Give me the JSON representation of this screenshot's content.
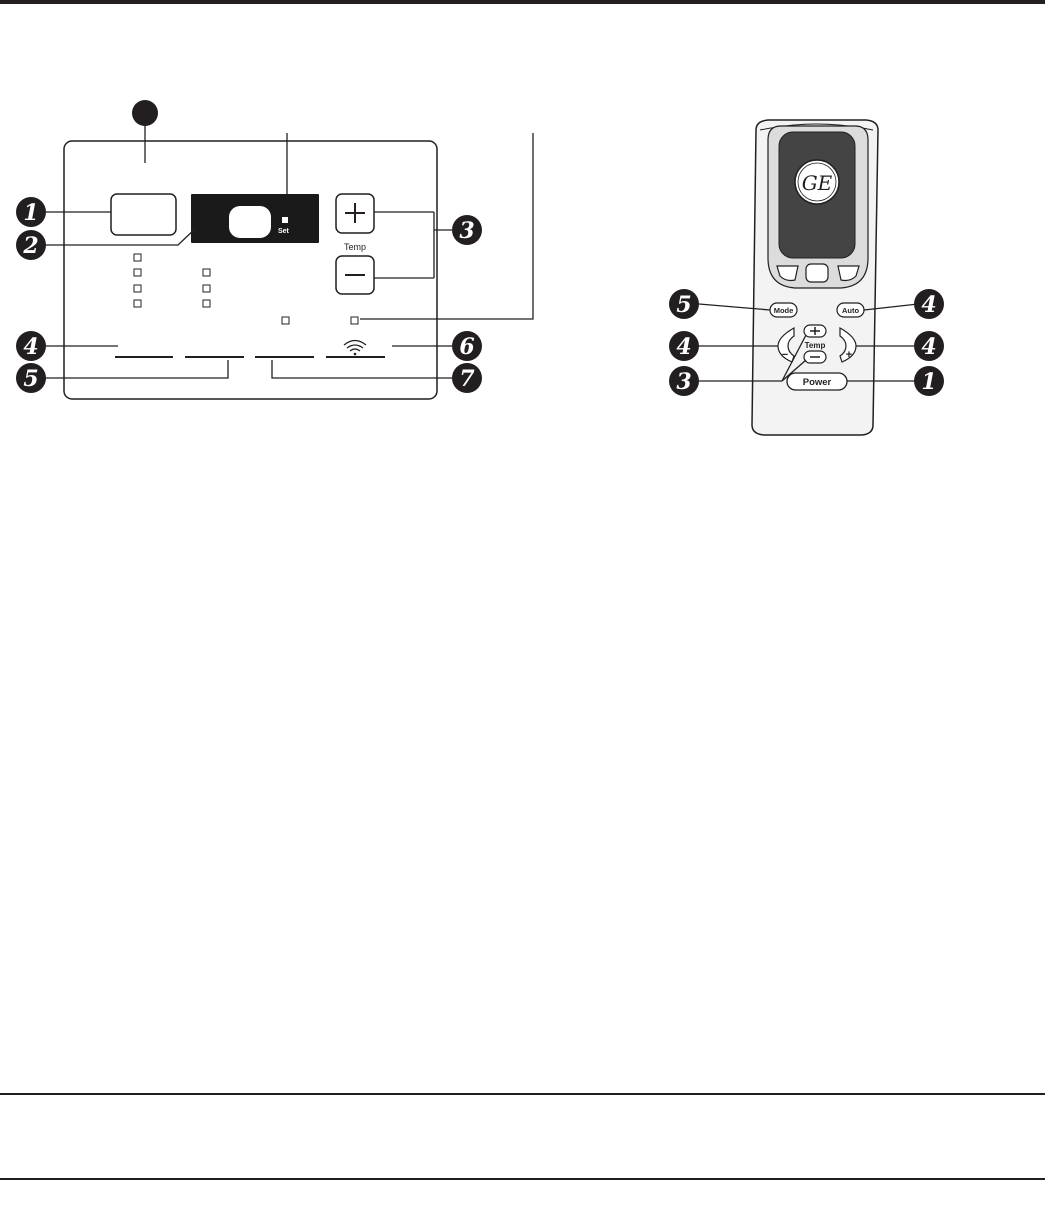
{
  "control_panel": {
    "set_label": "Set",
    "temp_label": "Temp",
    "plus_symbol": "+",
    "minus_symbol": "−",
    "callouts": [
      "1",
      "2",
      "3",
      "4",
      "5",
      "6",
      "7"
    ]
  },
  "remote": {
    "logo_text": "GE",
    "mode_label": "Mode",
    "auto_label": "Auto",
    "temp_label": "Temp",
    "power_label": "Power",
    "minus_symbol": "−",
    "plus_symbol": "+",
    "callouts_left": [
      "5",
      "4",
      "3"
    ],
    "callouts_right": [
      "4",
      "4",
      "1"
    ]
  },
  "colors": {
    "ink": "#231f20",
    "remote_body": "#f3f3f3",
    "remote_window": "#444444",
    "display": "#1a1a1a"
  }
}
